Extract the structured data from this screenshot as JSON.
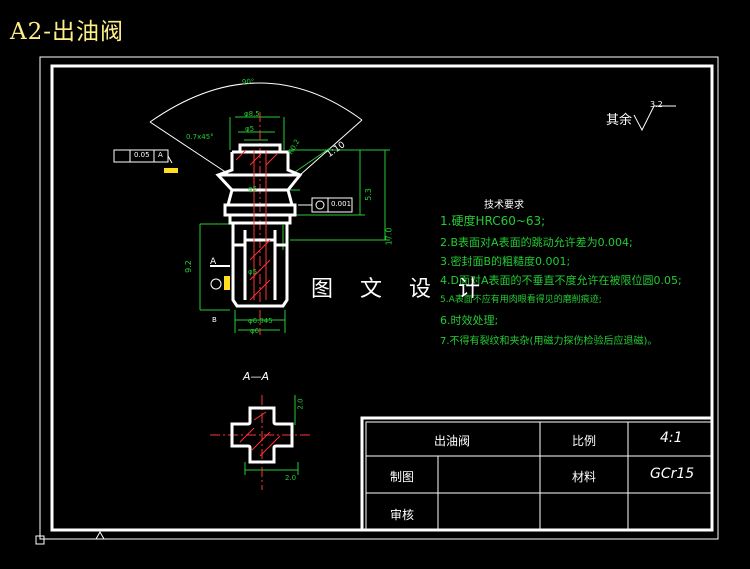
{
  "header": {
    "title": "A2-出油阀"
  },
  "watermark": "图 文 设 计",
  "roughness": {
    "label": "其余",
    "value": "3.2"
  },
  "tech": {
    "heading": "技术要求",
    "items": [
      "1.硬度HRC60~63;",
      "2.B表面对A表面的跳动允许差为0.004;",
      "3.密封面B的粗糙度0.001;",
      "4.D面对A表面的不垂直不度允许在被限位圆0.05;",
      "5.A表面不应有用肉眼看得见的磨削痕迹;",
      "6.时效处理;",
      "7.不得有裂纹和夹杂(用磁力探伤检验后应退磁)。"
    ]
  },
  "dims": {
    "angle": "90°",
    "d1": "φ8.5",
    "d2": "φ5",
    "chamfer": "0.7x45°",
    "taper": "1:10",
    "r1": "R0.2",
    "l1": "5.3",
    "l2": "17.0",
    "h1": "9.2",
    "d3": "φ5",
    "d4": "φ5",
    "d5": "φ6.045",
    "d6": "φ6",
    "gd1": "0.05",
    "gd1_datum": "A",
    "gd2": "0.001",
    "sec_label": "A—A",
    "sec_w": "2.0",
    "sec_h": "2.0",
    "sec_label_A": "A",
    "sec_b": "B"
  },
  "titleblock": {
    "part": "出油阀",
    "scale_label": "比例",
    "scale": "4:1",
    "drawn": "制图",
    "material_label": "材料",
    "material": "GCr15",
    "checked": "审核"
  }
}
